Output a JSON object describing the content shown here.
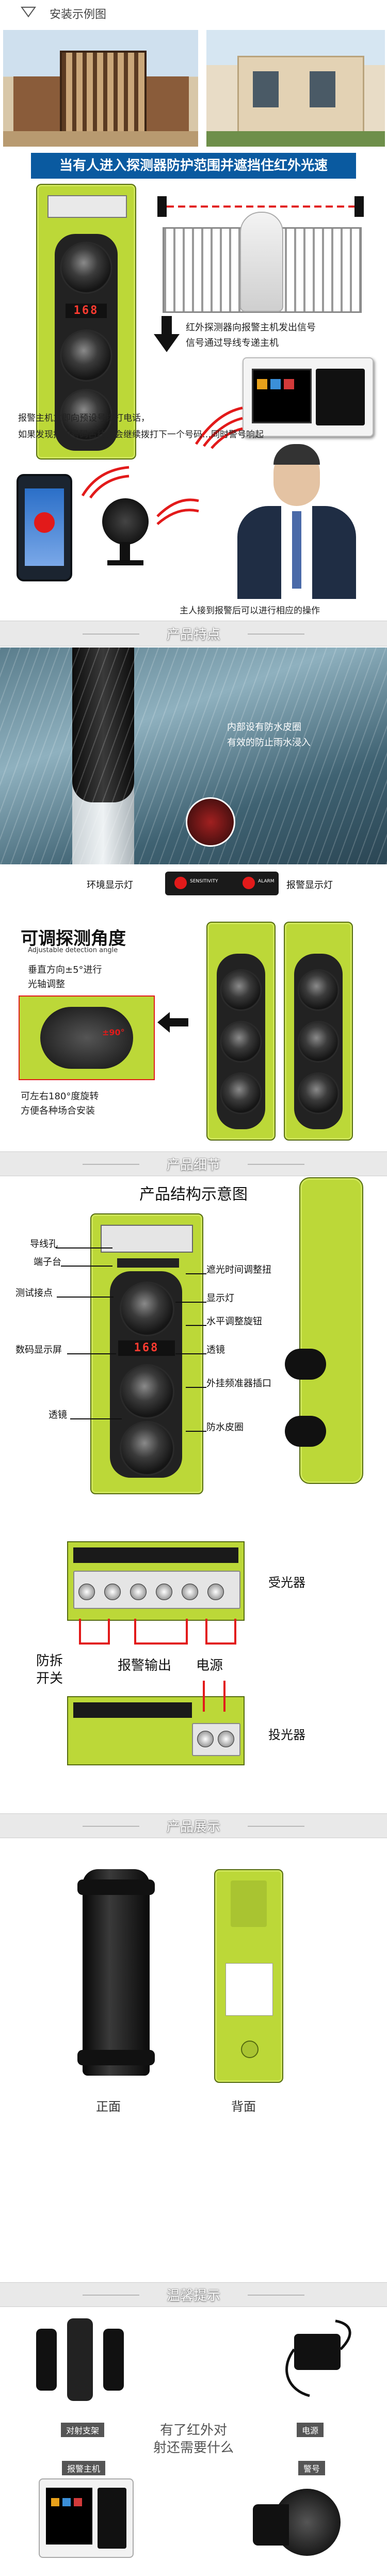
{
  "install": {
    "title": "安装示例图",
    "banner": "当有人进入探测器防护范围并遮挡住红外光速",
    "caption_signal": "红外探测器向报警主机发出信号\n信号通过导线专递主机",
    "caption_call": "报警主机立即向预设号拨打电话，\n如果发现拨的号码占线，会继续拨打下一个号码…同时警号响起",
    "caption_owner": "主人接到报警后可以进行相应的操作",
    "led_value": "168"
  },
  "features": {
    "band_title": "产品特点",
    "waterproof_text": "内部设有防水皮圈\n有效的防止雨水浸入",
    "env_light": "环境显示灯",
    "alarm_light": "报警显示灯",
    "adjust_title": "可调探测角度",
    "adjust_sub": "Adjustable detection angle",
    "vertical_text": "垂直方向±5°进行\n光轴调整",
    "angle_mark": "±90°",
    "rotate_text": "可左右180°度旋转\n方便各种场合安装",
    "sensitivity_label": "SENSITIVITY",
    "alarm_label": "ALARM"
  },
  "details": {
    "band_title": "产品细节",
    "structure_title": "产品结构示意图",
    "labels_left": [
      "导线孔",
      "端子台",
      "测试接点",
      "数码显示屏",
      "透镜"
    ],
    "labels_right": [
      "遮光时间调整扭",
      "显示灯",
      "水平调整旋钮",
      "透镜",
      "外挂频准器插口",
      "防水皮圈"
    ],
    "led_value": "168"
  },
  "wiring": {
    "receiver": "受光器",
    "transmitter": "投光器",
    "tamper": "防拆\n开关",
    "alarm_out": "报警输出",
    "power": "电源"
  },
  "display": {
    "band_title": "产品展示",
    "front": "正面",
    "back": "背面"
  },
  "tips": {
    "band_title": "温馨提示",
    "bracket": "对射支架",
    "power": "电源",
    "question": "有了红外对\n射还需要什么",
    "host": "报警主机",
    "siren": "警号"
  },
  "colors": {
    "lime": "#bcd838",
    "dark_green": "#556b10",
    "banner_blue": "#0a5aa0",
    "red": "#e21a1a"
  }
}
